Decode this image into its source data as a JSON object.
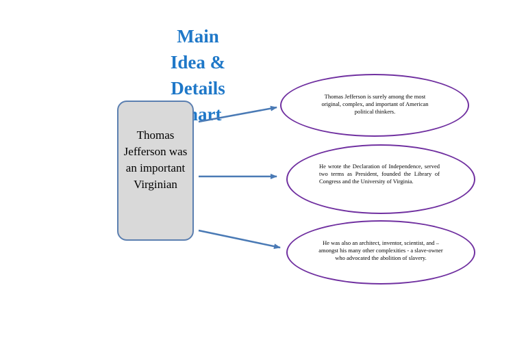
{
  "title": {
    "line1": "Main",
    "line2": "Idea &",
    "line3": "Details",
    "line4": "Chart"
  },
  "main_idea": {
    "text": "Thomas Jefferson was an important Virginian"
  },
  "details": [
    {
      "text": "Thomas Jefferson is surely among the most original, complex, and important of American political thinkers."
    },
    {
      "text": "He wrote the Declaration of Independence, served two terms as President, founded the Library of Congress and the University of Virginia."
    },
    {
      "text": "He was also an architect, inventor, scientist, and – amongst his many other complexities - a slave-owner who advocated the abolition of slavery."
    }
  ],
  "colors": {
    "title": "#1f78c8",
    "main_box_fill": "#d9d9d9",
    "main_box_border": "#5b7fb0",
    "ellipse_border": "#7030a0",
    "arrow": "#4a7ab5"
  }
}
